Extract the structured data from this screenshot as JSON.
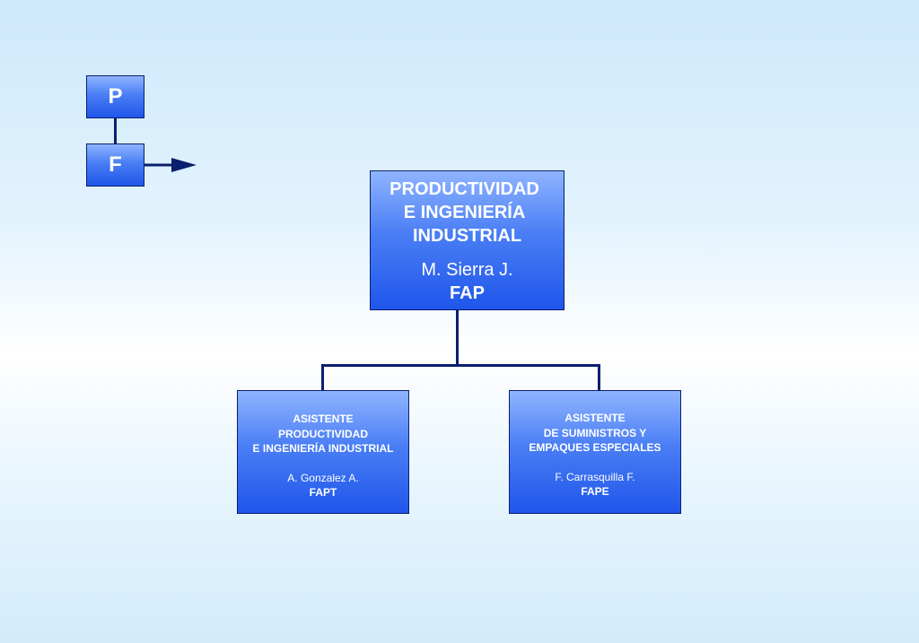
{
  "legend": {
    "p_label": "P",
    "f_label": "F"
  },
  "main": {
    "title_lines": [
      "PRODUCTIVIDAD",
      "E INGENIERÍA",
      "INDUSTRIAL"
    ],
    "name": "M. Sierra J.",
    "code": "FAP"
  },
  "left": {
    "title_lines": [
      "ASISTENTE",
      "PRODUCTIVIDAD",
      "E INGENIERÍA INDUSTRIAL"
    ],
    "name": "A. Gonzalez A.",
    "code": "FAPT"
  },
  "right": {
    "title_lines": [
      "ASISTENTE",
      "DE SUMINISTROS Y",
      "EMPAQUES ESPECIALES"
    ],
    "name": "F. Carrasquilla F.",
    "code": "FAPE"
  },
  "faint_mark": "FAP",
  "colors": {
    "box_top": "#8fb4ff",
    "box_bottom": "#1f56ea",
    "line": "#0a1f6e"
  }
}
